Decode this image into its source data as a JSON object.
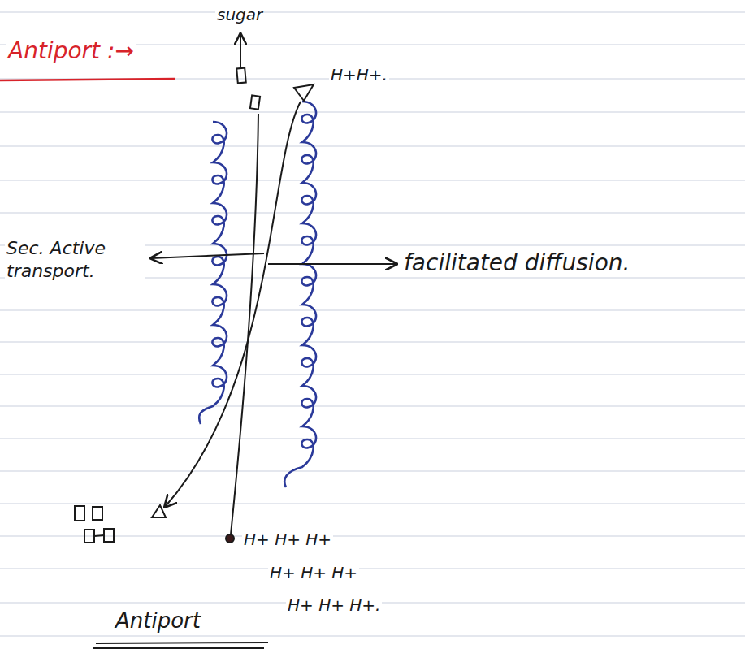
{
  "diagram": {
    "title": "Antiport :→",
    "caption": "Antiport",
    "labels": [
      "sugar",
      "H+H+.",
      "Sec. Active transport.",
      "facilitated diffusion.",
      "H+ H+ H+",
      "H+ H+ H+",
      "H+ H+ H+."
    ]
  }
}
